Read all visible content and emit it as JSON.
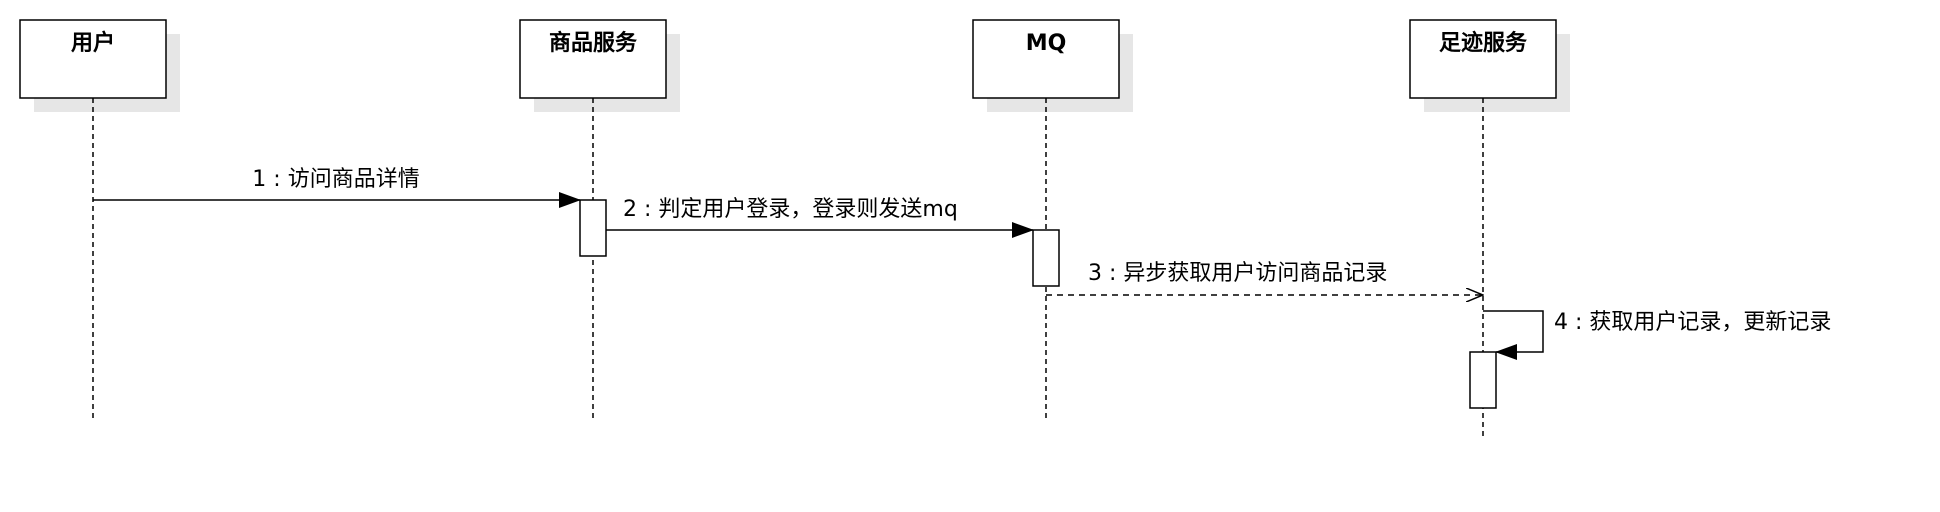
{
  "participants": [
    {
      "id": "user",
      "label": "用户"
    },
    {
      "id": "product",
      "label": "商品服务"
    },
    {
      "id": "mq",
      "label": "MQ"
    },
    {
      "id": "footprint",
      "label": "足迹服务"
    }
  ],
  "messages": [
    {
      "label": "1 : 访问商品详情",
      "from": "user",
      "to": "product",
      "style": "solid"
    },
    {
      "label": "2 : 判定用户登录，登录则发送mq",
      "from": "product",
      "to": "mq",
      "style": "solid"
    },
    {
      "label": "3 : 异步获取用户访问商品记录",
      "from": "mq",
      "to": "footprint",
      "style": "dashed"
    },
    {
      "label": "4 : 获取用户记录，更新记录",
      "from": "footprint",
      "to": "footprint",
      "style": "self"
    }
  ],
  "colors": {
    "line": "#000000",
    "shadow": "#e6e6e6",
    "fill": "#ffffff"
  }
}
